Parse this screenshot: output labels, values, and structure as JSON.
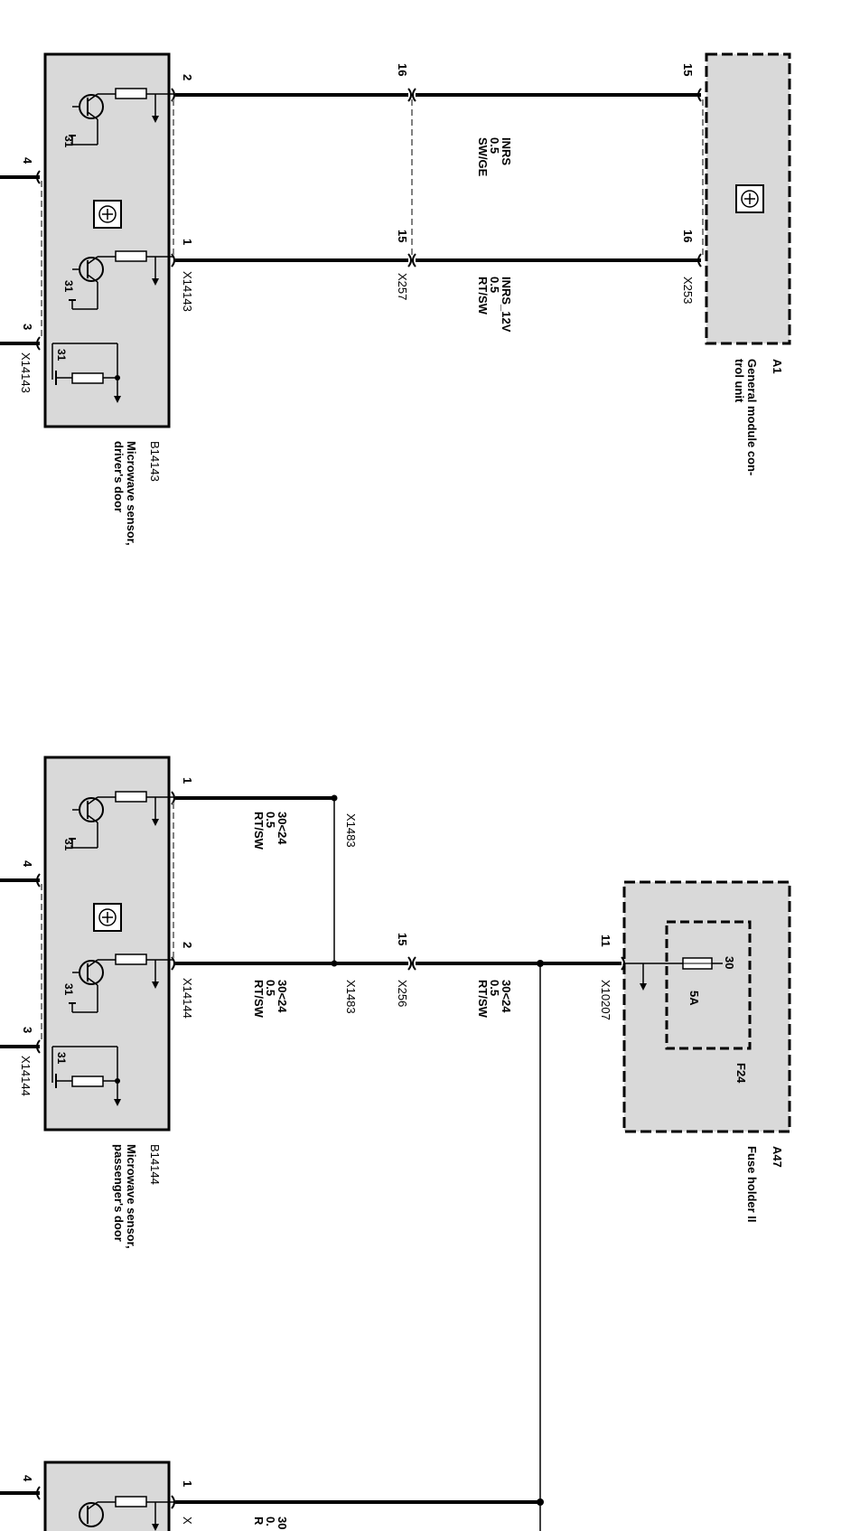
{
  "colors": {
    "module_fill": "#d9d9d9",
    "wire": "#000000",
    "shield": "#808080"
  },
  "top": {
    "sensor": {
      "id": "B14143",
      "name": [
        "Microwave sensor,",
        "driver's door"
      ],
      "connector_right": "X14143",
      "connector_left": "X14143",
      "pin_top": "2",
      "pin_bottom": "1",
      "pin_left_top": "4",
      "pin_left_bottom": "3",
      "ground": "31"
    },
    "mid_connector": {
      "id": "X257",
      "pin_top": "16",
      "pin_bottom": "15"
    },
    "wire_top": {
      "signal": "INRS",
      "size": "0.5",
      "color": "SW/GE"
    },
    "wire_bottom": {
      "signal": "INRS_12V",
      "size": "0.5",
      "color": "RT/SW"
    },
    "gm_connector": {
      "id": "X253",
      "pin_top": "15",
      "pin_bottom": "16"
    },
    "gm": {
      "id": "A1",
      "name": [
        "General module con-",
        "trol unit"
      ]
    }
  },
  "bottom": {
    "sensor": {
      "id": "B14144",
      "name": [
        "Microwave sensor,",
        "passenger's door"
      ],
      "connector_right": "X14144",
      "connector_left": "X14144",
      "pin_top": "1",
      "pin_bottom": "2",
      "pin_left_top": "4",
      "pin_left_bottom": "3",
      "ground": "31"
    },
    "wire_top": {
      "signal": "30<24",
      "size": "0.5",
      "color": "RT/SW"
    },
    "wire_bottom": {
      "signal": "30<24",
      "size": "0.5",
      "color": "RT/SW"
    },
    "splice_top": "X1483",
    "splice_bottom": "X1483",
    "mid_connector": {
      "id": "X256",
      "pin": "15"
    },
    "wire_mid": {
      "signal": "30<24",
      "size": "0.5",
      "color": "RT/SW"
    },
    "fuse_connector": {
      "id": "X10207",
      "pin": "11"
    },
    "fuse": {
      "id": "F24",
      "rating": "5A",
      "terminal": "30"
    },
    "fuse_holder": {
      "id": "A47",
      "name": "Fuse holder II"
    }
  },
  "partial": {
    "pin_left": "4",
    "pin_right": "1",
    "connector": "X",
    "signal": "30",
    "size": "0.",
    "color": "R"
  }
}
